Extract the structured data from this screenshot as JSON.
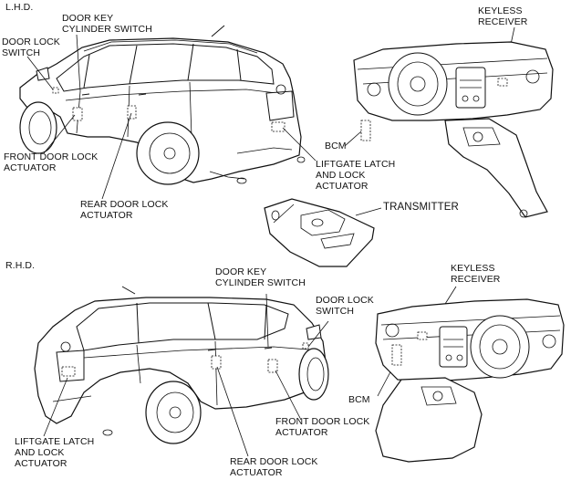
{
  "sections": {
    "lhd": "L.H.D.",
    "rhd": "R.H.D."
  },
  "lhd_labels": {
    "door_lock_switch": "DOOR LOCK\nSWITCH",
    "door_key_cylinder_switch": "DOOR KEY\nCYLINDER SWITCH",
    "keyless_receiver": "KEYLESS\nRECEIVER",
    "front_door_lock_actuator": "FRONT DOOR LOCK\nACTUATOR",
    "bcm": "BCM",
    "liftgate_latch_and_lock_actuator": "LIFTGATE LATCH\nAND LOCK\nACTUATOR",
    "rear_door_lock_actuator": "REAR DOOR LOCK\nACTUATOR"
  },
  "transmitter_label": "TRANSMITTER",
  "rhd_labels": {
    "door_key_cylinder_switch": "DOOR KEY\nCYLINDER SWITCH",
    "keyless_receiver": "KEYLESS\nRECEIVER",
    "door_lock_switch": "DOOR LOCK\nSWITCH",
    "bcm": "BCM",
    "front_door_lock_actuator": "FRONT DOOR LOCK\nACTUATOR",
    "liftgate_latch_and_lock_actuator": "LIFTGATE LATCH\nAND LOCK\nACTUATOR",
    "rear_door_lock_actuator": "REAR DOOR LOCK\nACTUATOR"
  }
}
